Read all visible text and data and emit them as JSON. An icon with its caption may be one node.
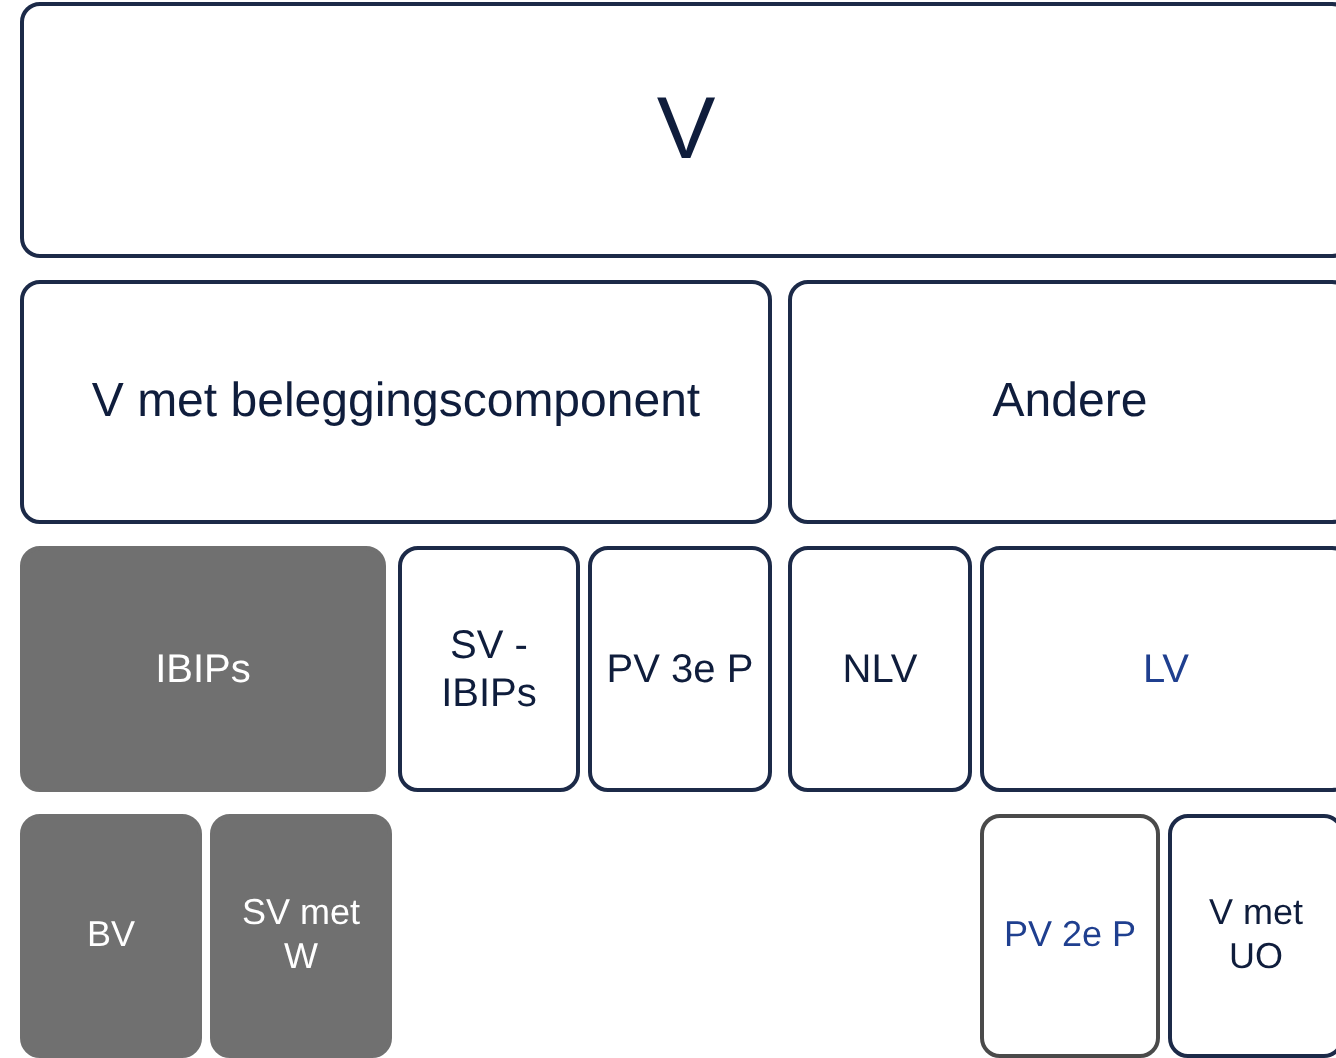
{
  "diagram": {
    "nodes": [
      {
        "text": [
          "V"
        ]
      },
      {
        "text": [
          "V met beleggingscomponent"
        ]
      },
      {
        "text": [
          "Andere"
        ]
      },
      {
        "text": [
          "IBIPs"
        ]
      },
      {
        "text": [
          "SV - IBIPs"
        ]
      },
      {
        "text": [
          "PV 3e P"
        ]
      },
      {
        "text": [
          "NLV"
        ]
      },
      {
        "text": [
          "LV"
        ]
      },
      {
        "text": [
          "BV"
        ]
      },
      {
        "text": [
          "SV met W"
        ]
      },
      {
        "text": [
          "PV 2e P"
        ]
      },
      {
        "text": [
          "V met UO"
        ]
      }
    ]
  }
}
